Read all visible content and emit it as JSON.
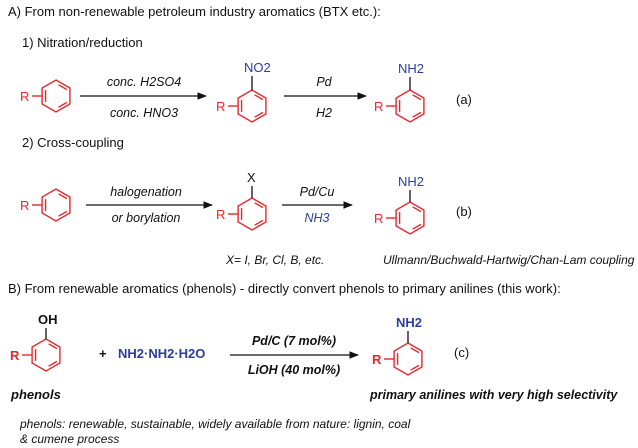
{
  "colors": {
    "ring": "#e8262b",
    "reagent_blue": "#2b3d9a",
    "text": "#111111"
  },
  "sectionA": {
    "title": "A) From non-renewable petroleum industry aromatics (BTX etc.):",
    "route1": {
      "heading": "1) Nitration/reduction",
      "r_label": "R",
      "step1": {
        "above": "conc. H2SO4",
        "below": "conc. HNO3"
      },
      "no2": "NO2",
      "step2": {
        "above": "Pd",
        "below": "H2"
      },
      "nh2": "NH2",
      "tag": "(a)"
    },
    "route2": {
      "heading": "2) Cross-coupling",
      "r_label": "R",
      "step1": {
        "above": "halogenation",
        "below": "or borylation"
      },
      "x_sub": "X",
      "step2": {
        "above": "Pd/Cu",
        "below": "NH3"
      },
      "nh2": "NH2",
      "tag": "(b)"
    },
    "note_x": "X= I, Br, Cl, B, etc.",
    "note_coupling": "Ullmann/Buchwald-Hartwig/Chan-Lam coupling"
  },
  "sectionB": {
    "title": "B) From renewable aromatics (phenols) - directly convert phenols to primary anilines (this work):",
    "oh": "OH",
    "r_label": "R",
    "plus": "+",
    "hydrazine": "NH2·NH2·H2O",
    "conditions": {
      "above": "Pd/C (7 mol%)",
      "below": "LiOH (40 mol%)"
    },
    "nh2": "NH2",
    "tag": "(c)",
    "phenols_label": "phenols",
    "product_label": "primary anilines with very high selectivity",
    "footnote_1": "phenols: renewable, sustainable, widely available from nature: lignin, coal",
    "footnote_2": "& cumene process"
  }
}
